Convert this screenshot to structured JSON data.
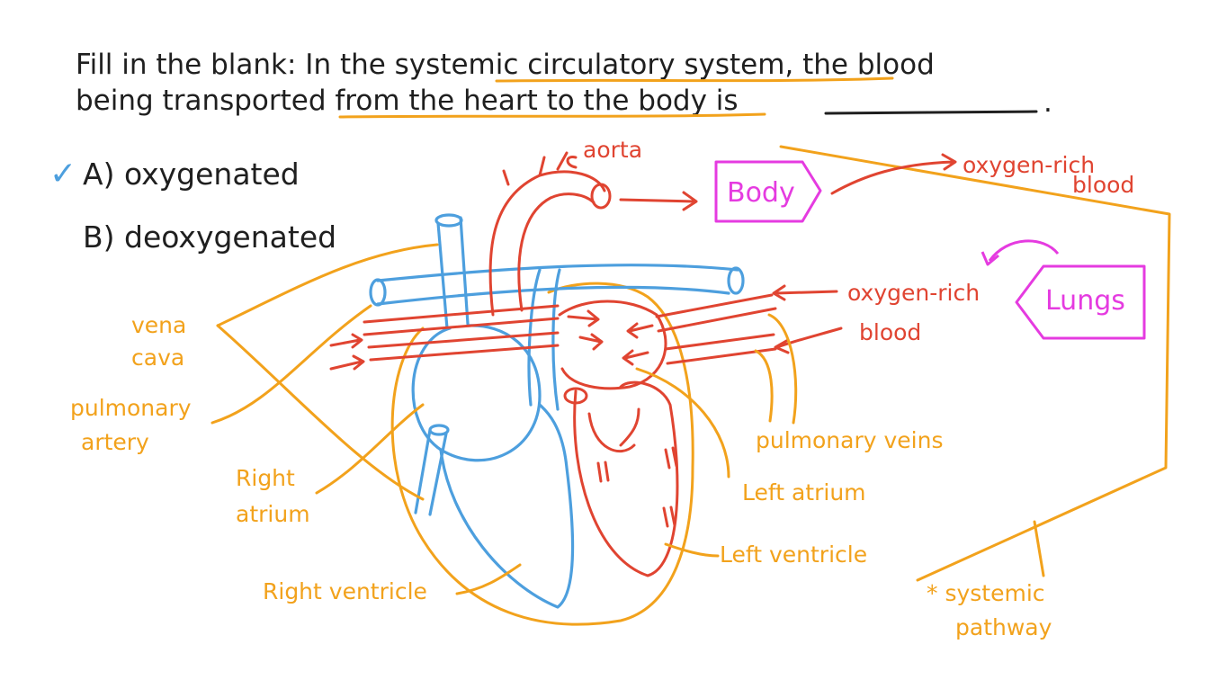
{
  "question": {
    "line1": "Fill in the blank: In the systemic circulatory system, the blood",
    "line2": "being transported from the heart to the body is",
    "end_mark": "."
  },
  "options": {
    "a": "A) oxygenated",
    "b": "B) deoxygenated",
    "a_mark": "✓"
  },
  "labels": {
    "aorta": "aorta",
    "body": "Body",
    "oxygen_rich_top_1": "oxygen-rich",
    "oxygen_rich_top_2": "blood",
    "lungs": "Lungs",
    "oxygen_rich_mid_1": "oxygen-rich",
    "oxygen_rich_mid_2": "blood",
    "vena_cava_1": "vena",
    "vena_cava_2": "cava",
    "pulmonary_artery_1": "pulmonary",
    "pulmonary_artery_2": "artery",
    "right_atrium_1": "Right",
    "right_atrium_2": "atrium",
    "right_ventricle": "Right ventricle",
    "pulmonary_veins": "pulmonary veins",
    "left_atrium": "Left atrium",
    "left_ventricle": "Left ventricle",
    "systemic_pathway_1": "* systemic",
    "systemic_pathway_2": "pathway"
  },
  "colors": {
    "label_orange": "#f2a21c",
    "oxygenated_red": "#e04431",
    "deoxygenated_blue": "#4d9fde",
    "box_magenta": "#e53be0",
    "check_blue": "#4d9fde",
    "highlight_underline": "#f2a21c"
  }
}
